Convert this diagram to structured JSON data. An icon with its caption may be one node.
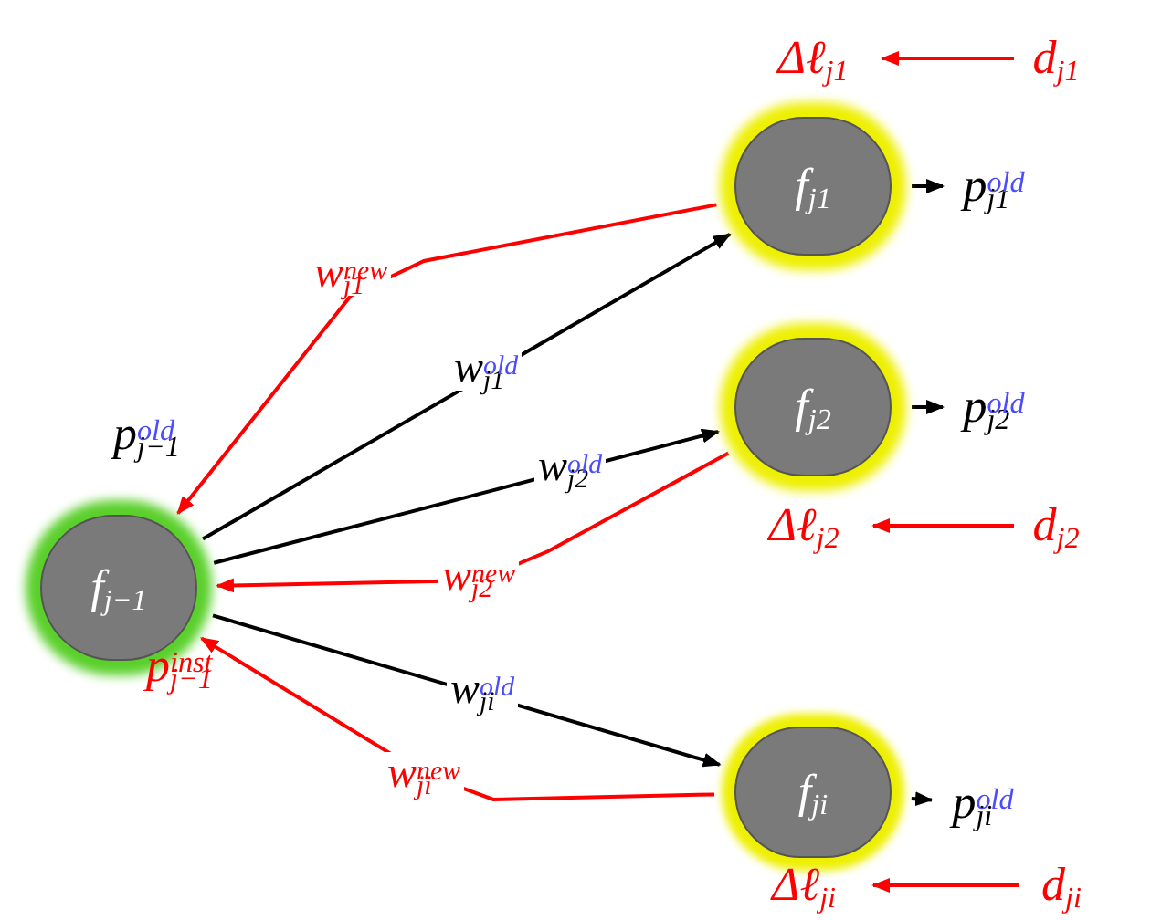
{
  "diagram": {
    "nodes": [
      {
        "text": [
          "f$_{j−1}$"
        ],
        "beside": [
          "p$_{j−1}$$^{old}$",
          "p$_{j−1}$$^{inst}$"
        ]
      },
      {
        "text": [
          "Δℓ$_{j1}$"
        ]
      },
      {
        "text": [
          "d$_{j1}$"
        ]
      },
      {
        "text": [
          "f$_{j1}$"
        ]
      },
      {
        "text": [
          "p$_{j1}$$^{old}$"
        ]
      },
      {
        "text": [
          "f$_{j2}$"
        ]
      },
      {
        "text": [
          "p$_{j2}$$^{old}$"
        ]
      },
      {
        "text": [
          "Δℓ$_{j2}$"
        ]
      },
      {
        "text": [
          "d$_{j2}$"
        ]
      },
      {
        "text": [
          "f$_{ji}$"
        ]
      },
      {
        "text": [
          "p$_{ji}$$^{old}$"
        ]
      },
      {
        "text": [
          "Δℓ$_{ji}$"
        ]
      },
      {
        "text": [
          "d$_{ji}$"
        ]
      }
    ],
    "edges": [
      {
        "from": 0,
        "to": 3,
        "arrow": "to",
        "label": "w$_{j1}$$^{old}$"
      },
      {
        "from": 3,
        "to": 0,
        "arrow": "to",
        "label": "w$_{j1}$$^{new}$",
        "color": "#ff0000"
      },
      {
        "from": 0,
        "to": 5,
        "arrow": "to",
        "label": "w$_{j2}$$^{old}$"
      },
      {
        "from": 5,
        "to": 0,
        "arrow": "to",
        "label": "w$_{j2}$$^{new}$",
        "color": "#ff0000"
      },
      {
        "from": 0,
        "to": 9,
        "arrow": "to",
        "label": "w$_{ji}$$^{old}$"
      },
      {
        "from": 9,
        "to": 0,
        "arrow": "to",
        "label": "w$_{ji}$$^{new}$",
        "color": "#ff0000"
      },
      {
        "from": 3,
        "to": 4,
        "arrow": "to"
      },
      {
        "from": 5,
        "to": 6,
        "arrow": "to"
      },
      {
        "from": 9,
        "to": 10,
        "arrow": "to"
      },
      {
        "from": 2,
        "to": 1,
        "arrow": "to",
        "color": "#ff0000"
      },
      {
        "from": 8,
        "to": 7,
        "arrow": "to",
        "color": "#ff0000"
      },
      {
        "from": 12,
        "to": 11,
        "arrow": "to",
        "color": "#ff0000"
      }
    ]
  }
}
